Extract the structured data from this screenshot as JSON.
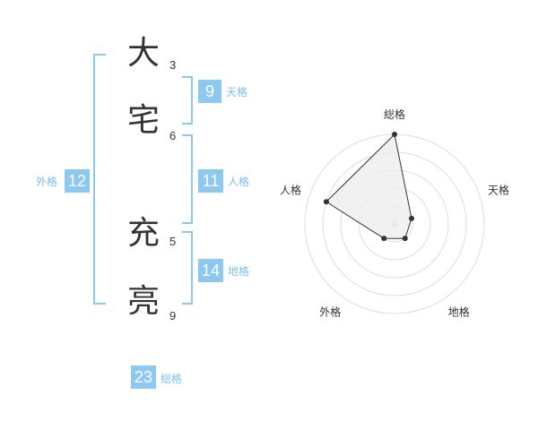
{
  "name": {
    "characters": [
      {
        "char": "大",
        "strokes": "3"
      },
      {
        "char": "宅",
        "strokes": "6"
      },
      {
        "char": "充",
        "strokes": "5"
      },
      {
        "char": "亮",
        "strokes": "9"
      }
    ]
  },
  "fortunes": {
    "tenkaku": {
      "value": "9",
      "label": "天格"
    },
    "jinkaku": {
      "value": "11",
      "label": "人格"
    },
    "chikaku": {
      "value": "14",
      "label": "地格"
    },
    "gaikaku": {
      "value": "12",
      "label": "外格"
    },
    "soukaku": {
      "value": "23",
      "label": "総格"
    }
  },
  "chart_data": {
    "type": "radar",
    "axes": [
      "総格",
      "天格",
      "地格",
      "外格",
      "人格"
    ],
    "values": [
      5,
      1,
      1,
      1,
      4
    ],
    "rmax": 5,
    "rings": 5,
    "colors": {
      "grid": "#dddddd",
      "fill": "#eeeeee",
      "line": "#333333",
      "center": "#cccccc"
    }
  }
}
